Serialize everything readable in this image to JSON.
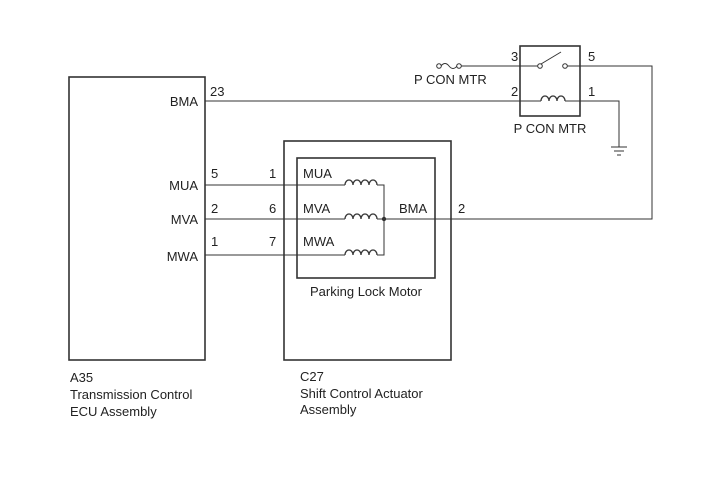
{
  "relay": {
    "label_left": "P CON MTR",
    "label_bottom": "P CON MTR",
    "pin_3": "3",
    "pin_5": "5",
    "pin_2": "2",
    "pin_1": "1"
  },
  "ecu": {
    "code": "A35",
    "name_line1": "Transmission Control",
    "name_line2": "ECU Assembly",
    "pin_bma_label": "BMA",
    "pin_bma_num": "23",
    "pin_mua_label": "MUA",
    "pin_mua_num": "5",
    "pin_mva_label": "MVA",
    "pin_mva_num": "2",
    "pin_mwa_label": "MWA",
    "pin_mwa_num": "1"
  },
  "actuator": {
    "code": "C27",
    "name_line1": "Shift Control Actuator",
    "name_line2": "Assembly",
    "motor_label": "Parking Lock Motor",
    "pin_mua_num": "1",
    "pin_mva_num": "6",
    "pin_mwa_num": "7",
    "coil_mua_label": "MUA",
    "coil_mva_label": "MVA",
    "coil_mwa_label": "MWA",
    "bma_label": "BMA",
    "bma_num": "2"
  }
}
